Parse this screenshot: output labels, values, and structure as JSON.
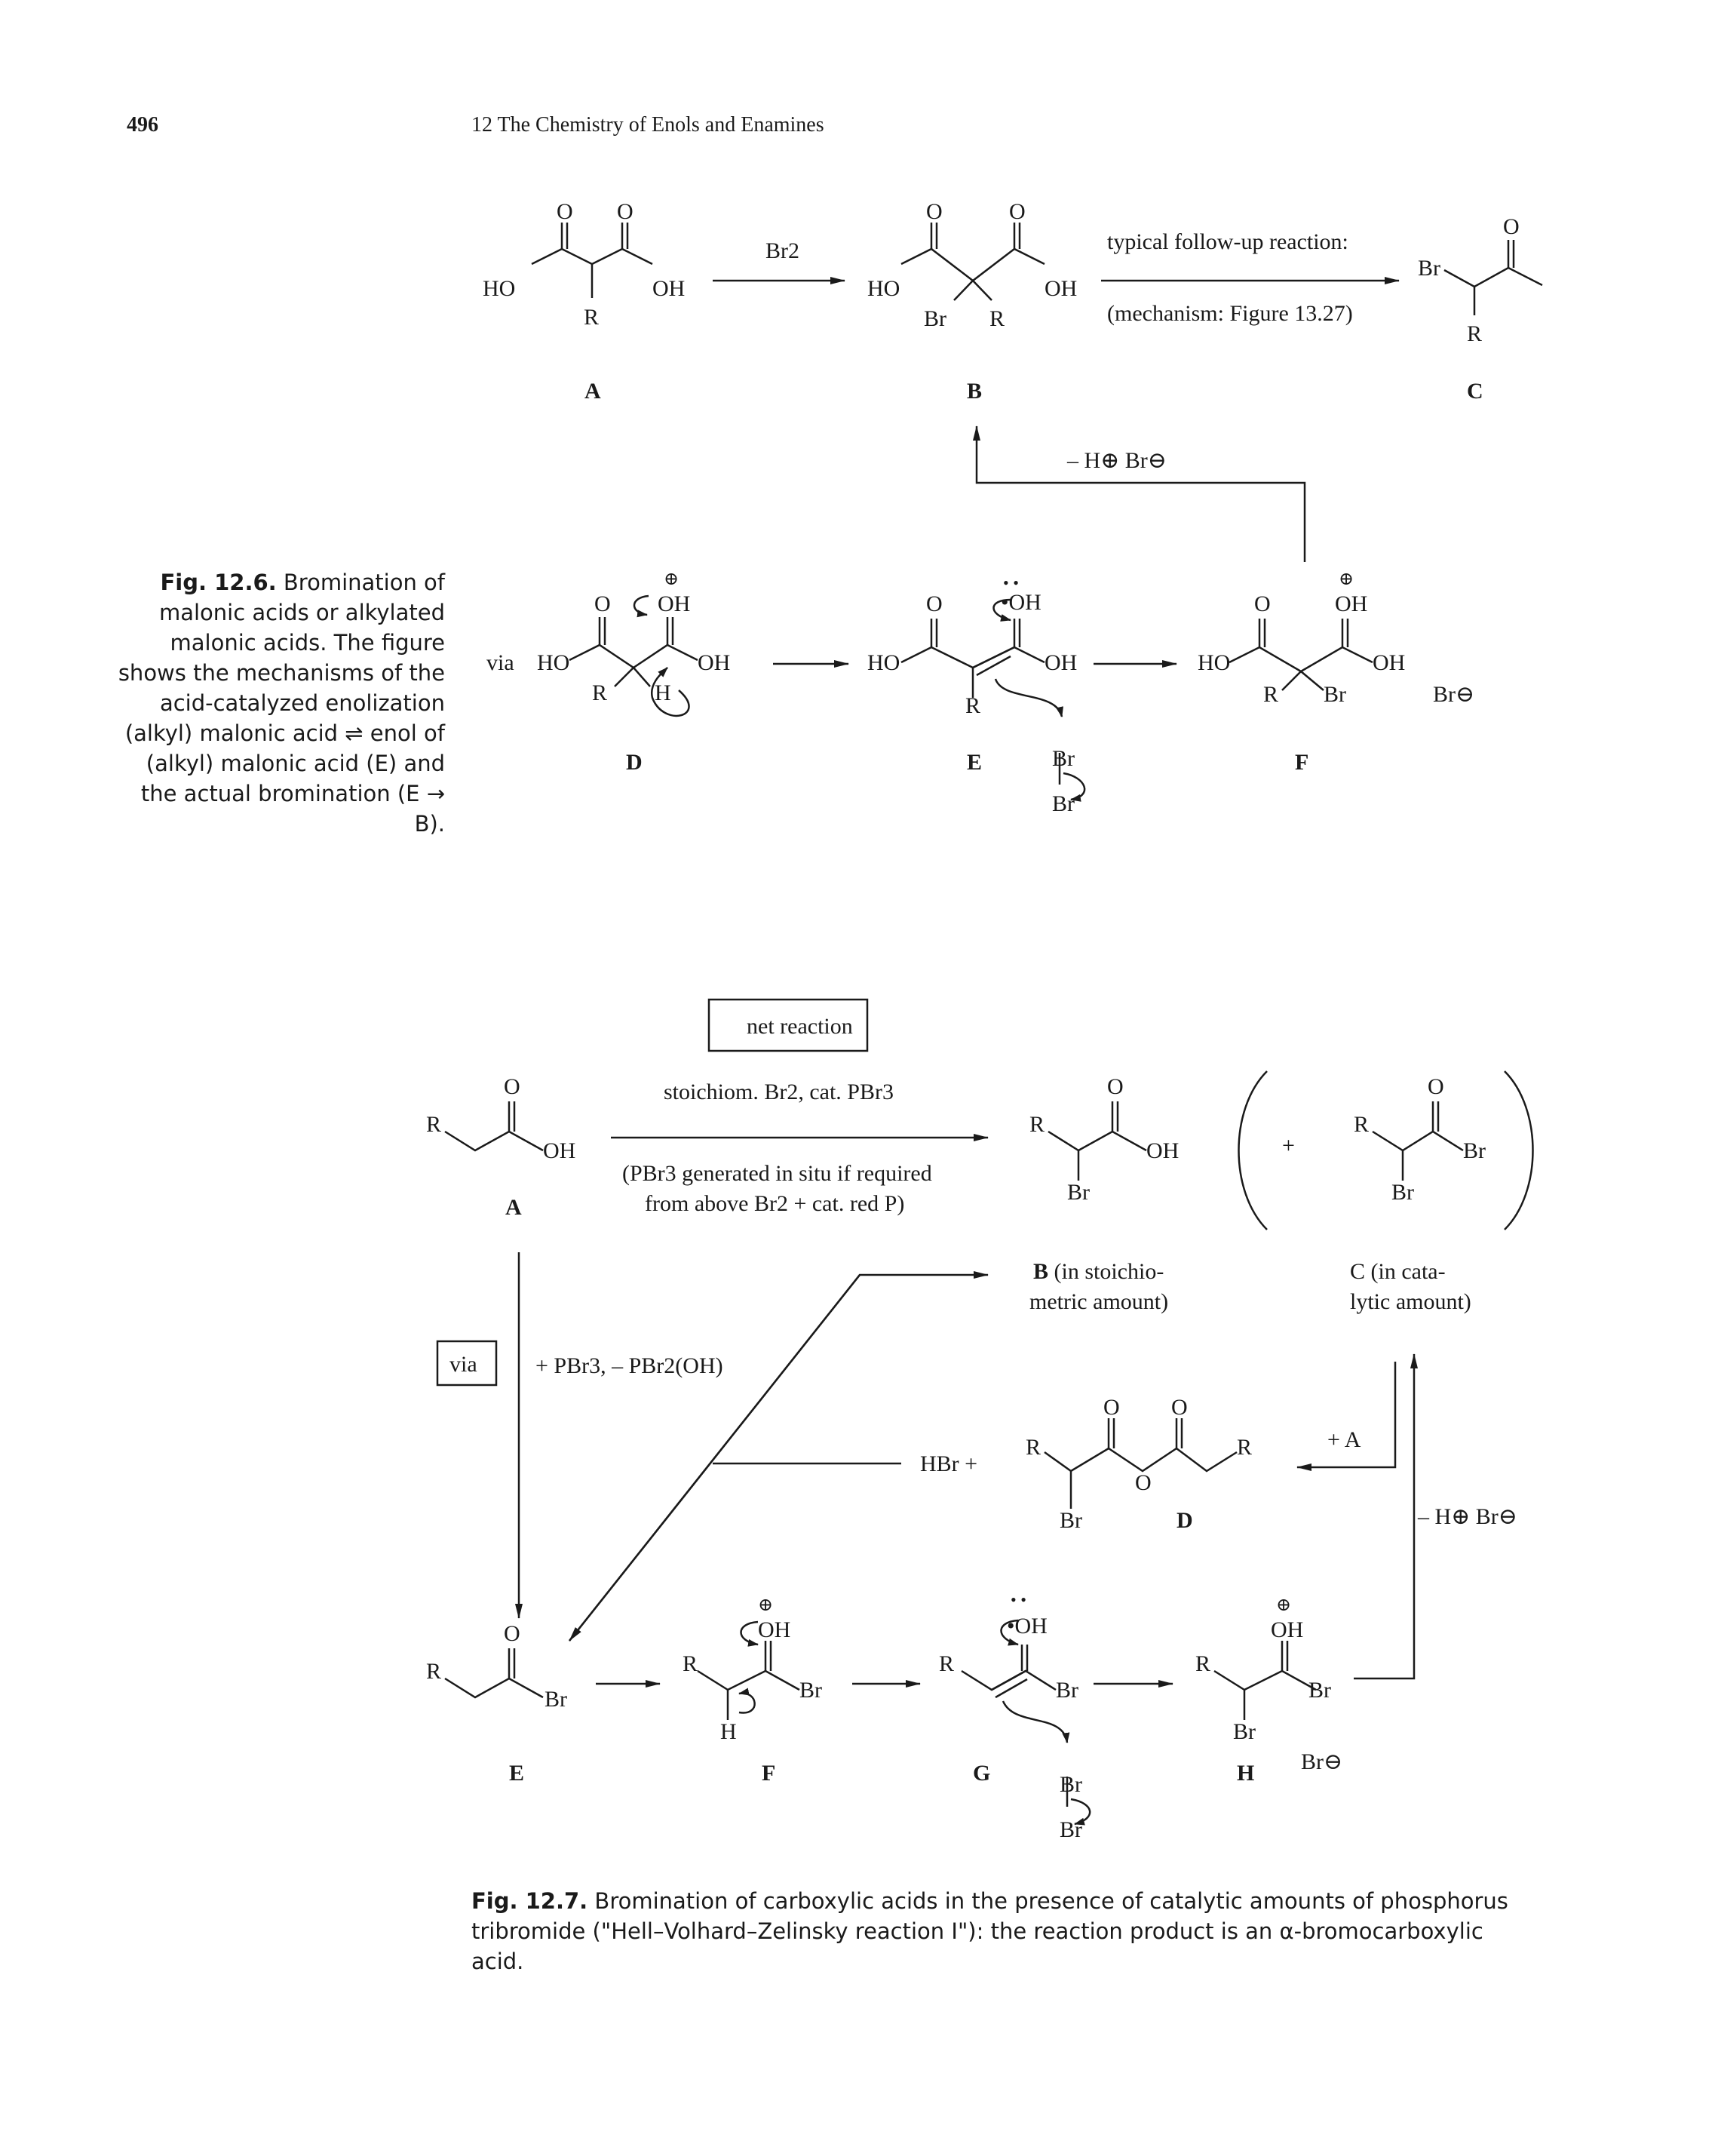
{
  "header": {
    "page_number": "496",
    "running_title": "12 The Chemistry of Enols and Enamines"
  },
  "fig1": {
    "reagent_top": "Br2",
    "follow_up_line1": "typical follow-up reaction:",
    "follow_up_line2": "(mechanism: Figure 13.27)",
    "loss_label": "– H⊕ Br⊖",
    "via": "via",
    "labels": [
      "A",
      "B",
      "C",
      "D",
      "E",
      "F"
    ],
    "caption_label": "Fig. 12.6.",
    "caption_text": "Bromination of malonic acids or alkylated malonic acids. The figure shows the mechanisms of the acid-catalyzed enolization (alkyl) malonic acid ⇌ enol of (alkyl) malonic acid (E) and the actual bromination (E → B)."
  },
  "fig2": {
    "net_reaction": "net reaction",
    "arrow_top": "stoichiom. Br2, cat. PBr3",
    "arrow_bottom_1": "(PBr3 generated in situ if required",
    "arrow_bottom_2": "from above Br2 + cat. red P)",
    "b_label_1": "B (in stoichio-",
    "b_label_2": "metric amount)",
    "c_label_1": "C (in cata-",
    "c_label_2": "lytic amount)",
    "via": "via",
    "pbr3_step": "+ PBr3, – PBr2(OH)",
    "hbr": "HBr +",
    "plus_a": "+ A",
    "loss_label": "– H⊕ Br⊖",
    "labels": [
      "A",
      "B",
      "C",
      "D",
      "E",
      "F",
      "G",
      "H"
    ],
    "caption_label": "Fig. 12.7.",
    "caption_text": "Bromination of carboxylic acids in the presence of catalytic amounts of phosphorus tribromide (\"Hell–Volhard–Zelinsky reaction I\"): the reaction product is an α-bromocarboxylic acid."
  }
}
